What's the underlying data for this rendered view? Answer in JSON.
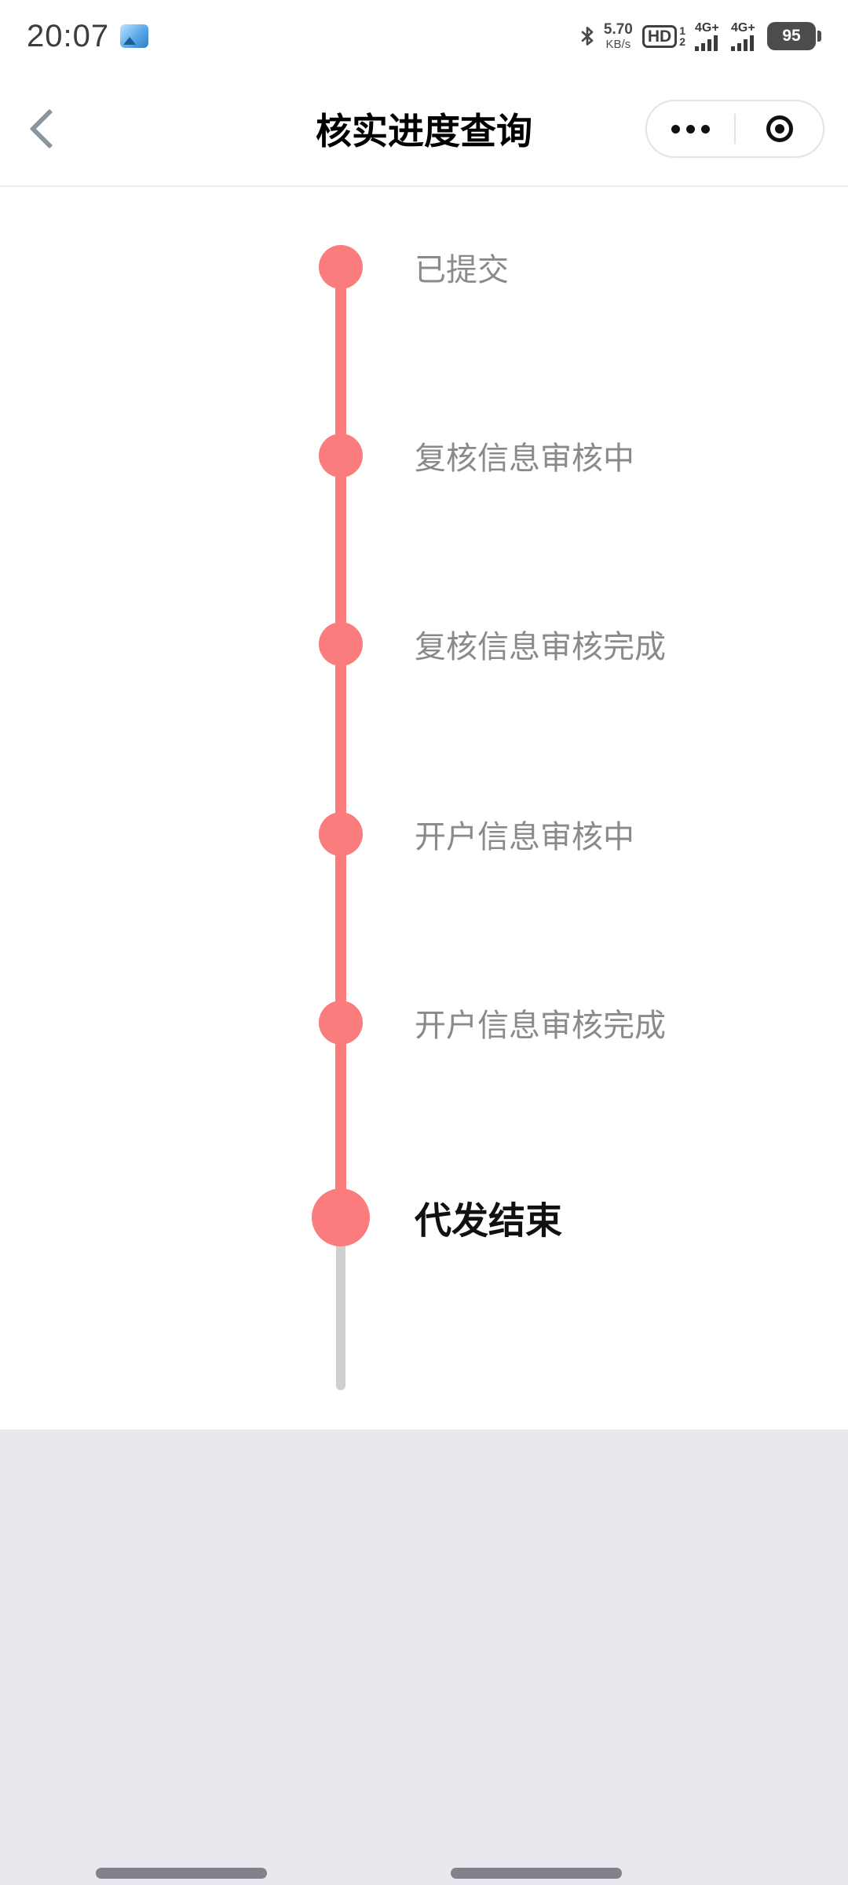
{
  "status_bar": {
    "time": "20:07",
    "speed_value": "5.70",
    "speed_unit": "KB/s",
    "hd_label": "HD",
    "sim1": "1",
    "sim2": "2",
    "network1": "4G+",
    "network2": "4G+",
    "battery": "95"
  },
  "header": {
    "title": "核实进度查询"
  },
  "timeline": {
    "steps": [
      {
        "label": "已提交",
        "current": false
      },
      {
        "label": "复核信息审核中",
        "current": false
      },
      {
        "label": "复核信息审核完成",
        "current": false
      },
      {
        "label": "开户信息审核中",
        "current": false
      },
      {
        "label": "开户信息审核完成",
        "current": false
      },
      {
        "label": "代发结束",
        "current": true
      }
    ]
  },
  "colors": {
    "accent": "#fa7c7c",
    "inactive_line": "#cfcfcf",
    "label_gray": "#8a8a8a",
    "label_active": "#111111",
    "footer_bg": "#e8e8ee"
  }
}
